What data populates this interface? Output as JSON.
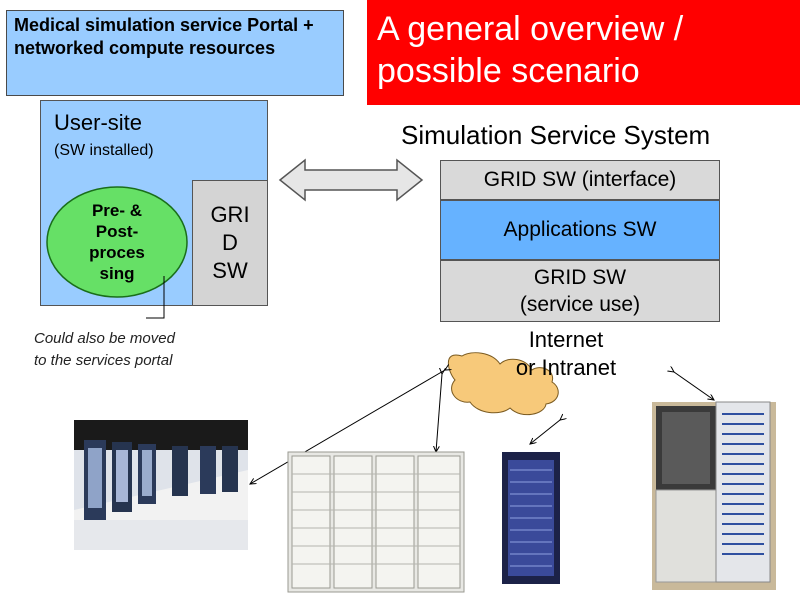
{
  "banner": {
    "title": "A general overview / possible scenario"
  },
  "portal": {
    "title": "Medical simulation service Portal + networked compute resources"
  },
  "user_site": {
    "title": "User-site",
    "subtitle": "(SW installed)",
    "grid_sw": "GRI\nD\nSW",
    "preprocessing": "Pre- &\nPost-\nproces\nsing"
  },
  "note": "Could also be moved\nto the services portal",
  "simulation_service": {
    "title": "Simulation Service System",
    "layers": [
      "GRID SW (interface)",
      "Applications SW",
      "GRID SW\n(service use)"
    ]
  },
  "network": {
    "label": "Internet\nor Intranet"
  },
  "colors": {
    "banner": "#ff0000",
    "portal": "#99ccff",
    "applications_layer": "#66b2ff",
    "ellipse": "#66e066",
    "grid_layer": "#d9d9d9"
  },
  "icons": [
    "double-arrow-icon",
    "cloud-icon",
    "supercomputer-hall-image",
    "server-rack-image",
    "storage-tower-image",
    "cluster-cabinet-image"
  ]
}
